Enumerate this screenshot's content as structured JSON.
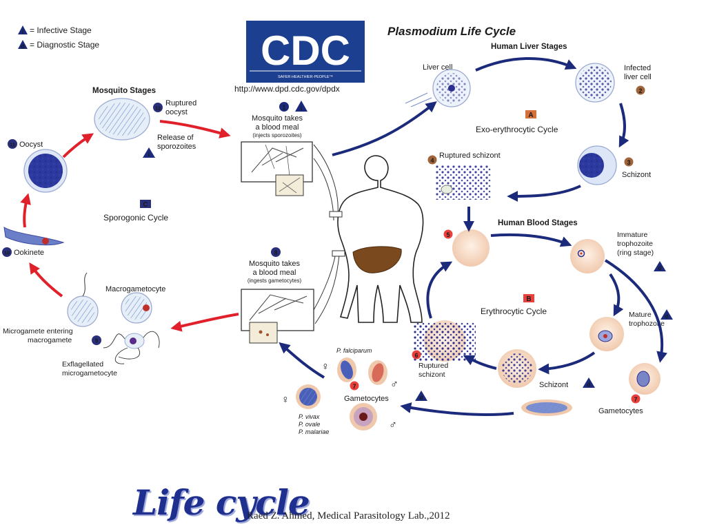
{
  "colors": {
    "cycle_blue": "#1b2a7a",
    "mosquito_red": "#e0202a",
    "cdc_blue": "#1d3f8f",
    "cell_fill": "#f5d7c3",
    "parasite": "#2b2f8f",
    "liver": "#7a4a1e"
  },
  "legend": {
    "infective": "= Infective Stage",
    "diagnostic": "= Diagnostic Stage"
  },
  "cdc": {
    "logo_text": "CDC",
    "tagline": "SAFER·HEALTHIER·PEOPLE™",
    "url": "http://www.dpd.cdc.gov/dpdx"
  },
  "diagram_title": "Plasmodium Life Cycle",
  "sections": {
    "liver": "Human Liver Stages",
    "mosquito": "Mosquito Stages",
    "blood": "Human Blood Stages"
  },
  "cycles": {
    "A": {
      "letter": "A",
      "name": "Exo-erythrocytic Cycle"
    },
    "B": {
      "letter": "B",
      "name": "Erythrocytic Cycle"
    },
    "C": {
      "letter": "C",
      "name": "Sporogonic Cycle"
    }
  },
  "stages": {
    "s1": {
      "num": "1",
      "title": "Mosquito takes",
      "title2": "a blood meal",
      "sub": "(injects sporozoites)"
    },
    "s8": {
      "num": "8",
      "title": "Mosquito takes",
      "title2": "a blood meal",
      "sub": "(ingests gametocytes)"
    },
    "liver_cell": "Liver cell",
    "infected": {
      "num": "2",
      "line1": "Infected",
      "line2": "liver cell"
    },
    "schizont3": {
      "num": "3",
      "label": "Schizont"
    },
    "ruptured4": {
      "num": "4",
      "label": "Ruptured schizont"
    },
    "s5": {
      "num": "5"
    },
    "immature": {
      "line1": "Immature",
      "line2": "trophozoite",
      "line3": "(ring stage)"
    },
    "mature": {
      "line1": "Mature",
      "line2": "trophozoite"
    },
    "schizont": "Schizont",
    "ruptured6": {
      "num": "6",
      "line1": "Ruptured",
      "line2": "schizont"
    },
    "gametocytes7": {
      "num": "7",
      "label": "Gametocytes"
    },
    "gametocytes7b": {
      "num": "7",
      "label": "Gametocytes"
    },
    "falciparum": "P. falciparum",
    "species": [
      "P. vivax",
      "P. ovale",
      "P. malariae"
    ],
    "oocyst": {
      "num": "11",
      "label": "Oocyst"
    },
    "ruptured_oocyst": {
      "num": "12",
      "line1": "Ruptured",
      "line2": "oocyst"
    },
    "release": {
      "line1": "Release of",
      "line2": "sporozoites"
    },
    "ookinete": {
      "num": "10",
      "label": "Ookinete"
    },
    "macrogametocyte": "Macrogametocyte",
    "microgamete": {
      "num": "9",
      "line1": "Microgamete entering",
      "line2": "macrogamete"
    },
    "exflagellated": {
      "line1": "Exflagellated",
      "line2": "microgametocyte"
    }
  },
  "markers": {
    "infective": "i",
    "diagnostic": "d",
    "female": "♀",
    "male": "♂"
  },
  "slide": {
    "title": "Life cycle",
    "credit": "Raed Z. Ahmed, Medical Parasitology Lab.,2012"
  }
}
